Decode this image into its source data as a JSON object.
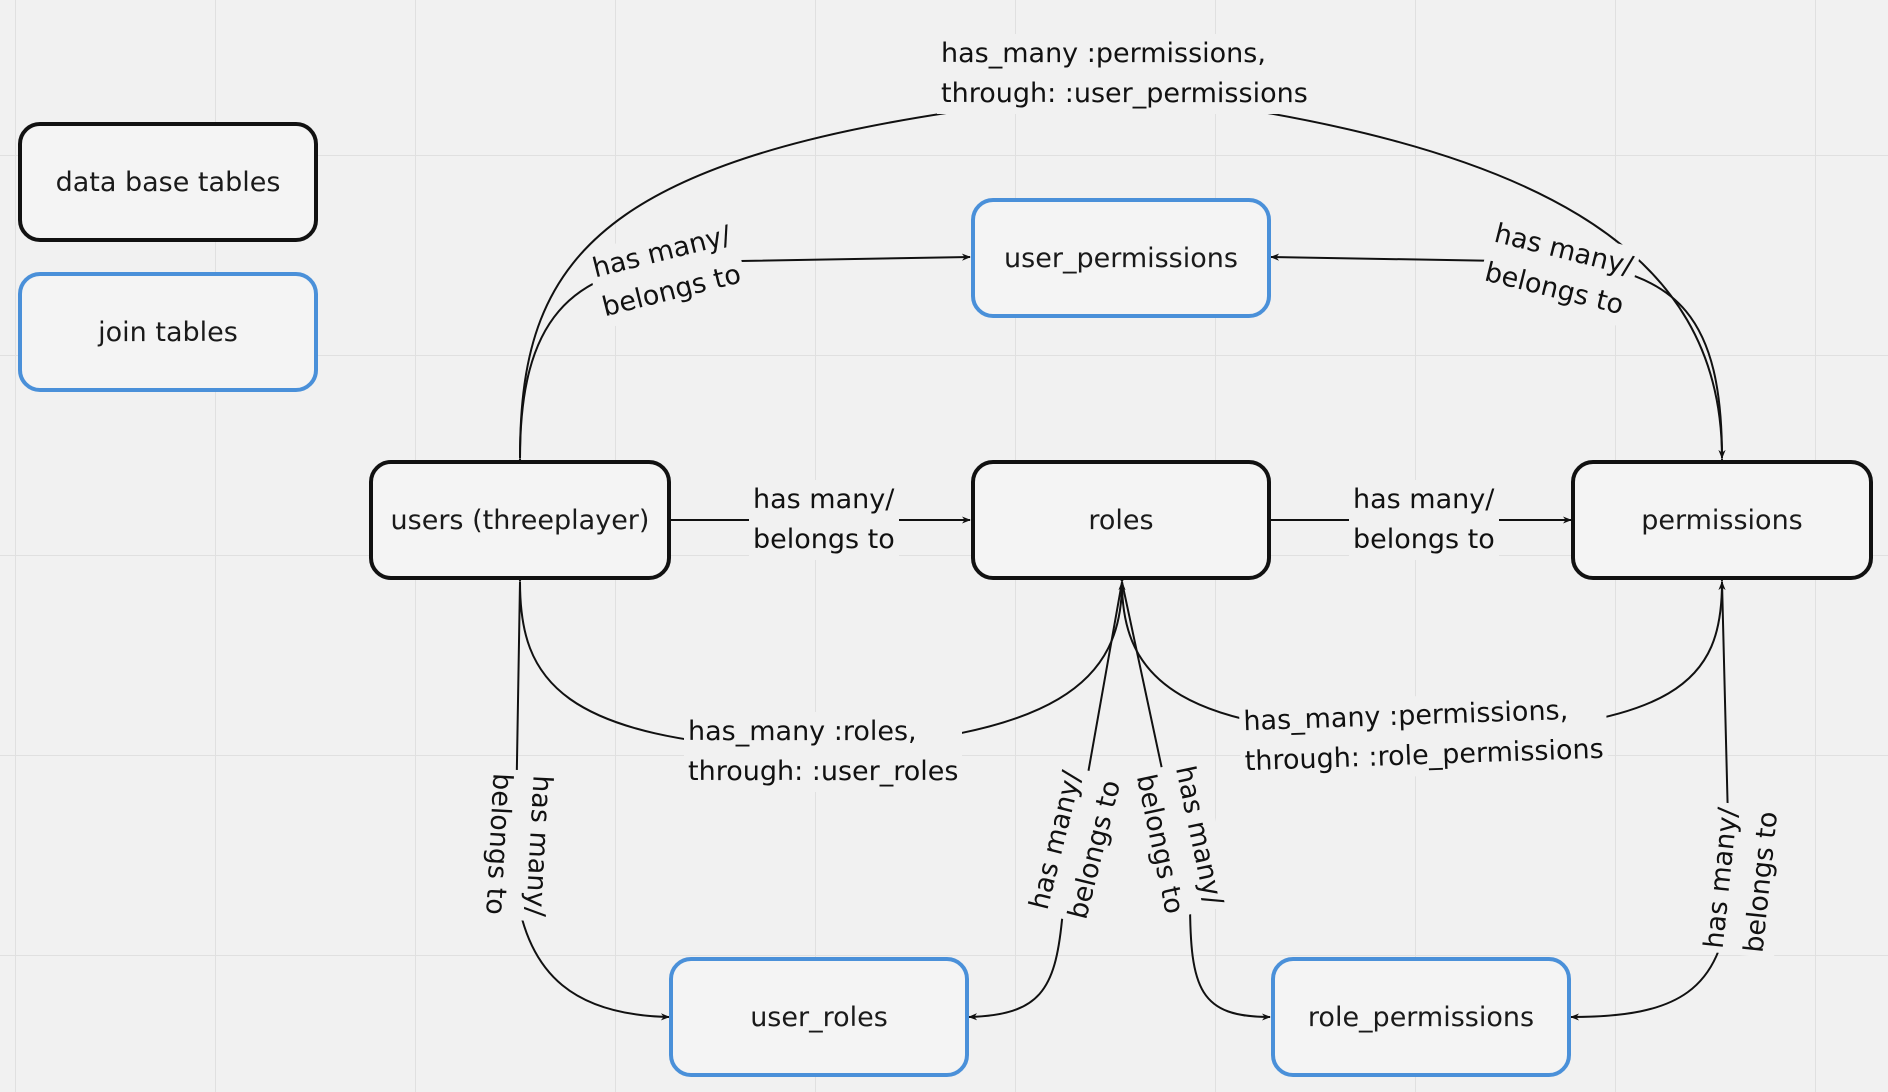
{
  "colors": {
    "background": "#f1f1f1",
    "grid": "#e0e0e0",
    "data_base_table_border": "#111111",
    "join_table_border": "#4a90d9",
    "edge": "#111111"
  },
  "legend": {
    "data_base_tables": "data base tables",
    "join_tables": "join tables"
  },
  "nodes": {
    "users": "users (threeplayer)",
    "roles": "roles",
    "permissions": "permissions",
    "user_permissions": "user_permissions",
    "user_roles": "user_roles",
    "role_permissions": "role_permissions"
  },
  "edges": {
    "users_permissions_through": {
      "line1": "has_many :permissions,",
      "line2": "through: :user_permissions"
    },
    "users_user_permissions": {
      "line1": "has many/",
      "line2": "belongs to"
    },
    "permissions_user_permissions": {
      "line1": "has many/",
      "line2": "belongs to"
    },
    "users_roles": {
      "line1": "has many/",
      "line2": "belongs to"
    },
    "roles_permissions": {
      "line1": "has many/",
      "line2": "belongs to"
    },
    "users_roles_through": {
      "line1": "has_many :roles,",
      "line2": "through: :user_roles"
    },
    "roles_permissions_through": {
      "line1": "has_many :permissions,",
      "line2": "through: :role_permissions"
    },
    "users_user_roles": {
      "line1": "has many/",
      "line2": "belongs to"
    },
    "roles_user_roles": {
      "line1": "has many/",
      "line2": "belongs to"
    },
    "roles_role_permissions": {
      "line1": "has many/",
      "line2": "belongs to"
    },
    "permissions_role_permissions": {
      "line1": "has many/",
      "line2": "belongs to"
    }
  }
}
